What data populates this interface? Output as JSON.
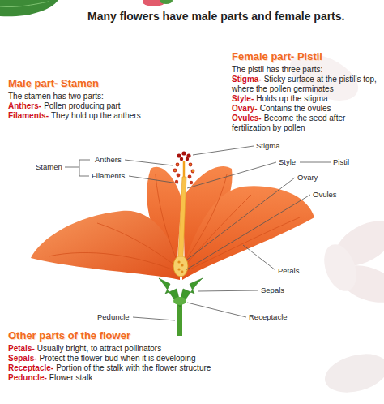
{
  "diagram": {
    "title": "Many flowers have male parts and female parts.",
    "labels": [
      "Female part- Pistil",
      "The pistil has three parts:",
      "Stigma-",
      "Sticky surface at the pistil's top, where the pollen germinates",
      "Style-",
      "Holds up the stigma",
      "Ovary-",
      "Contains the ovules",
      "Ovules-",
      "Become the seed after fertilization by pollen",
      "Male part- Stamen",
      "The stamen has two parts:",
      "Anthers-",
      "Pollen producing part",
      "Filaments-",
      "They hold up the anthers",
      "Anthers",
      "Filaments",
      "Stamen",
      "Stigma",
      "Style",
      "Pistil",
      "Ovary",
      "Ovules",
      "Petals",
      "Sepals",
      "Peduncle",
      "Receptacle",
      "Other parts of the flower",
      "Petals-",
      "Usually bright, to attract pollinators",
      "Sepals-",
      "Protect the flower bud when it is developing",
      "Receptacle-",
      "Portion of the stalk with the flower structure",
      "Peduncle-",
      "Flower stalk"
    ]
  }
}
